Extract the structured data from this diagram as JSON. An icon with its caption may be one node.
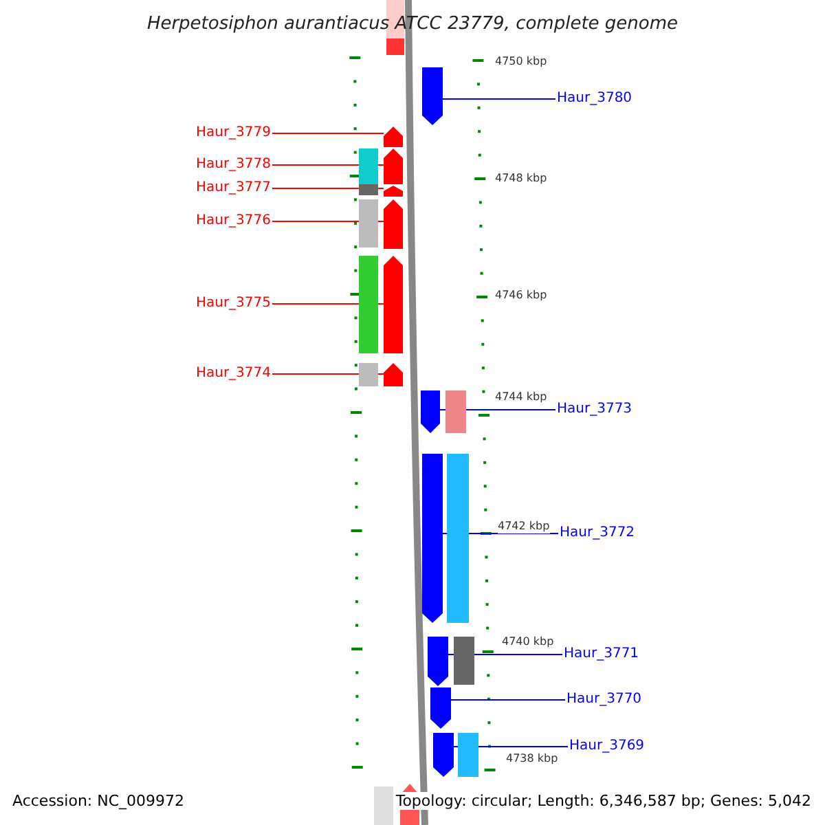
{
  "diagram": {
    "title": "Herpetosiphon aurantiacus ATCC 23779, complete genome",
    "nodes": [
      {
        "text": [
          "Haur_3780"
        ]
      },
      {
        "text": [
          "Haur_3779"
        ]
      },
      {
        "text": [
          "Haur_3778"
        ]
      },
      {
        "text": [
          "Haur_3777"
        ]
      },
      {
        "text": [
          "Haur_3776"
        ]
      },
      {
        "text": [
          "Haur_3775"
        ]
      },
      {
        "text": [
          "Haur_3774"
        ]
      },
      {
        "text": [
          "Haur_3773"
        ]
      },
      {
        "text": [
          "Haur_3772"
        ]
      },
      {
        "text": [
          "Haur_3771"
        ]
      },
      {
        "text": [
          "Haur_3770"
        ]
      },
      {
        "text": [
          "Haur_3769"
        ]
      },
      {
        "text": [],
        "shape": "pentagon"
      },
      {
        "text": [],
        "shape": "pentagon"
      },
      {
        "text": [],
        "shape": "pentagon"
      },
      {
        "text": [],
        "shape": "pentagon"
      },
      {
        "text": [],
        "shape": "pentagon"
      },
      {
        "text": [],
        "shape": "pentagon"
      },
      {
        "text": [],
        "shape": "pentagon"
      },
      {
        "text": [],
        "shape": "pentagon"
      },
      {
        "text": [],
        "shape": "pentagon"
      },
      {
        "text": [],
        "shape": "pentagon"
      },
      {
        "text": [],
        "shape": "pentagon"
      },
      {
        "text": [],
        "shape": "pentagon"
      }
    ],
    "edges": [
      {
        "from": 0,
        "to": 12,
        "arrow": "none",
        "color": "#0000ff"
      },
      {
        "from": 1,
        "to": 13,
        "arrow": "none",
        "color": "#ff0000"
      },
      {
        "from": 2,
        "to": 14,
        "arrow": "none",
        "color": "#ff0000"
      },
      {
        "from": 3,
        "to": 15,
        "arrow": "none",
        "color": "#ff0000"
      },
      {
        "from": 4,
        "to": 16,
        "arrow": "none",
        "color": "#ff0000"
      },
      {
        "from": 5,
        "to": 17,
        "arrow": "none",
        "color": "#ff0000"
      },
      {
        "from": 6,
        "to": 18,
        "arrow": "none",
        "color": "#ff0000"
      },
      {
        "from": 7,
        "to": 19,
        "arrow": "none",
        "color": "#0000ff"
      },
      {
        "from": 8,
        "to": 20,
        "arrow": "none",
        "color": "#0000ff"
      },
      {
        "from": 9,
        "to": 21,
        "arrow": "none",
        "color": "#0000ff"
      },
      {
        "from": 10,
        "to": 22,
        "arrow": "none",
        "color": "#0000ff"
      },
      {
        "from": 11,
        "to": 23,
        "arrow": "none",
        "color": "#0000ff"
      }
    ],
    "labels": [
      "4750 kbp",
      "4748 kbp",
      "4746 kbp",
      "4744 kbp",
      "4742 kbp",
      "4740 kbp",
      "4738 kbp",
      "Accession: NC_009972",
      "Topology: circular; Length: 6,346,587 bp; Genes: 5,042"
    ]
  }
}
